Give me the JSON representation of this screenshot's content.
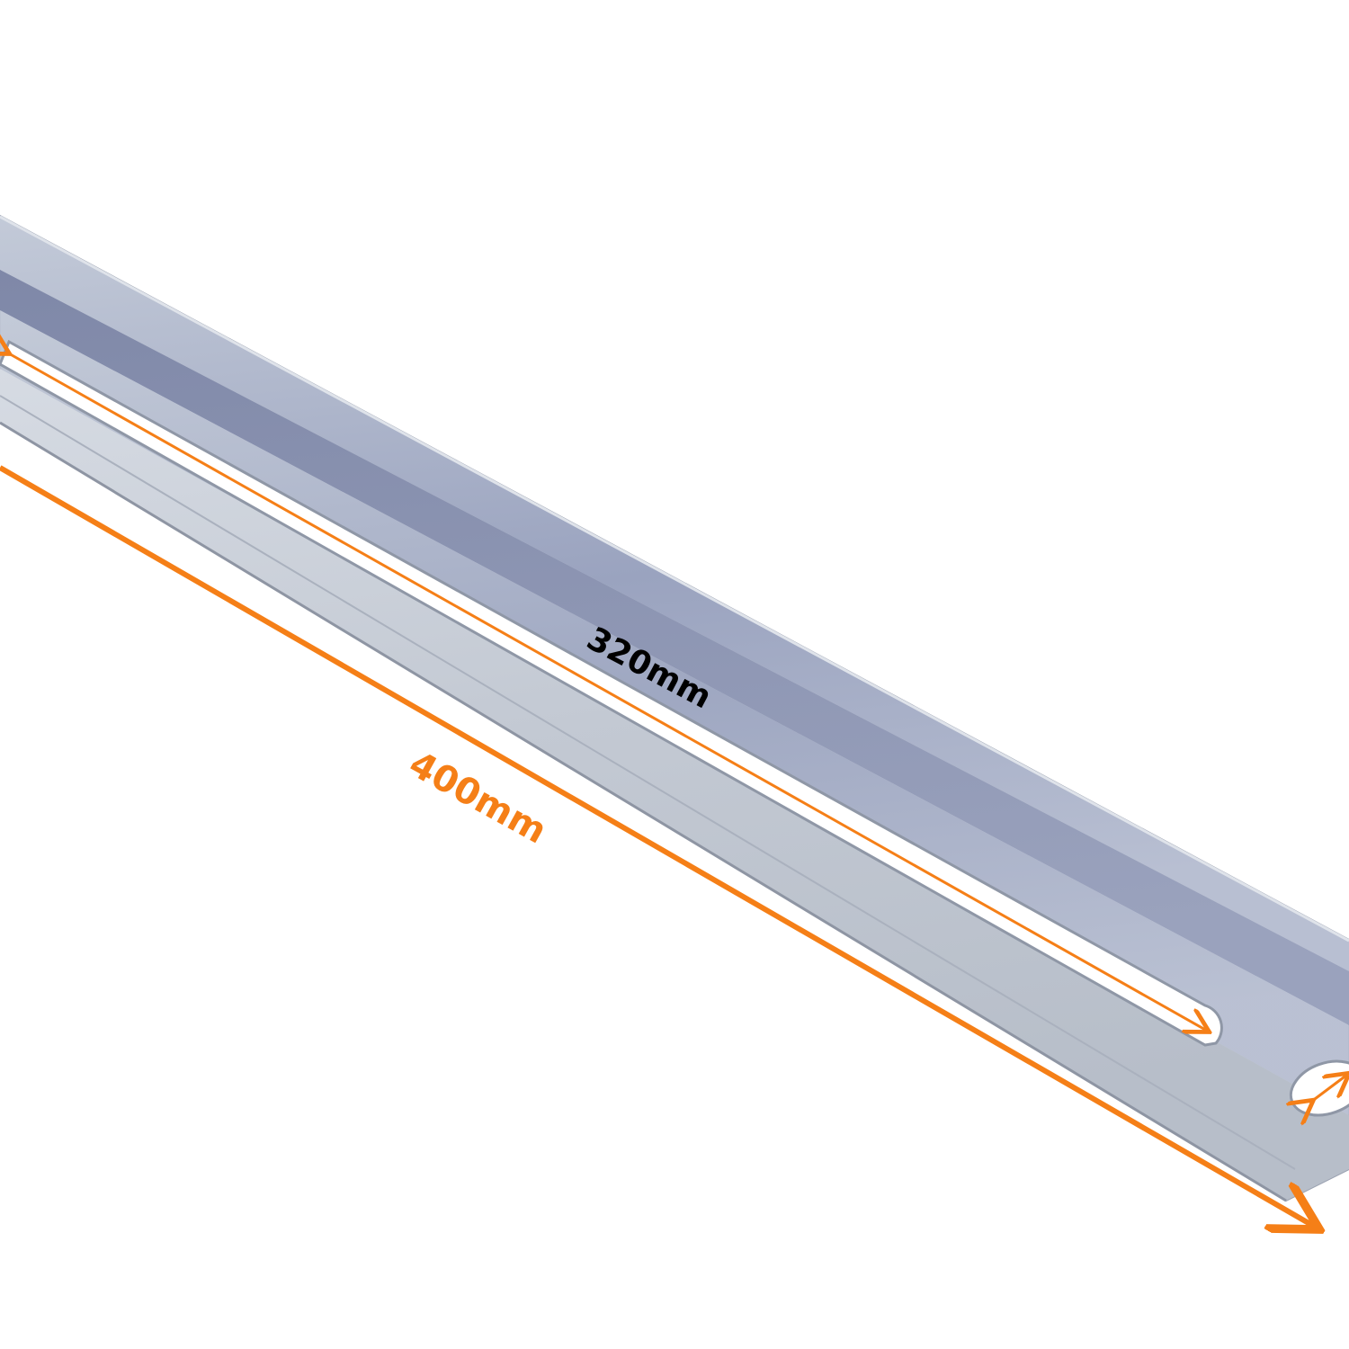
{
  "product_photo": {
    "subject": "slotted-steel-channel-bracket",
    "background_color": "#ffffff",
    "dimensions": {
      "overall_length": {
        "label": "400mm",
        "color": "#f57f17"
      },
      "slot_length": {
        "label": "320mm",
        "color": "#f57f17",
        "text_color": "#000000"
      },
      "hole_diameter": {
        "label": "",
        "color": "#f57f17"
      }
    }
  }
}
